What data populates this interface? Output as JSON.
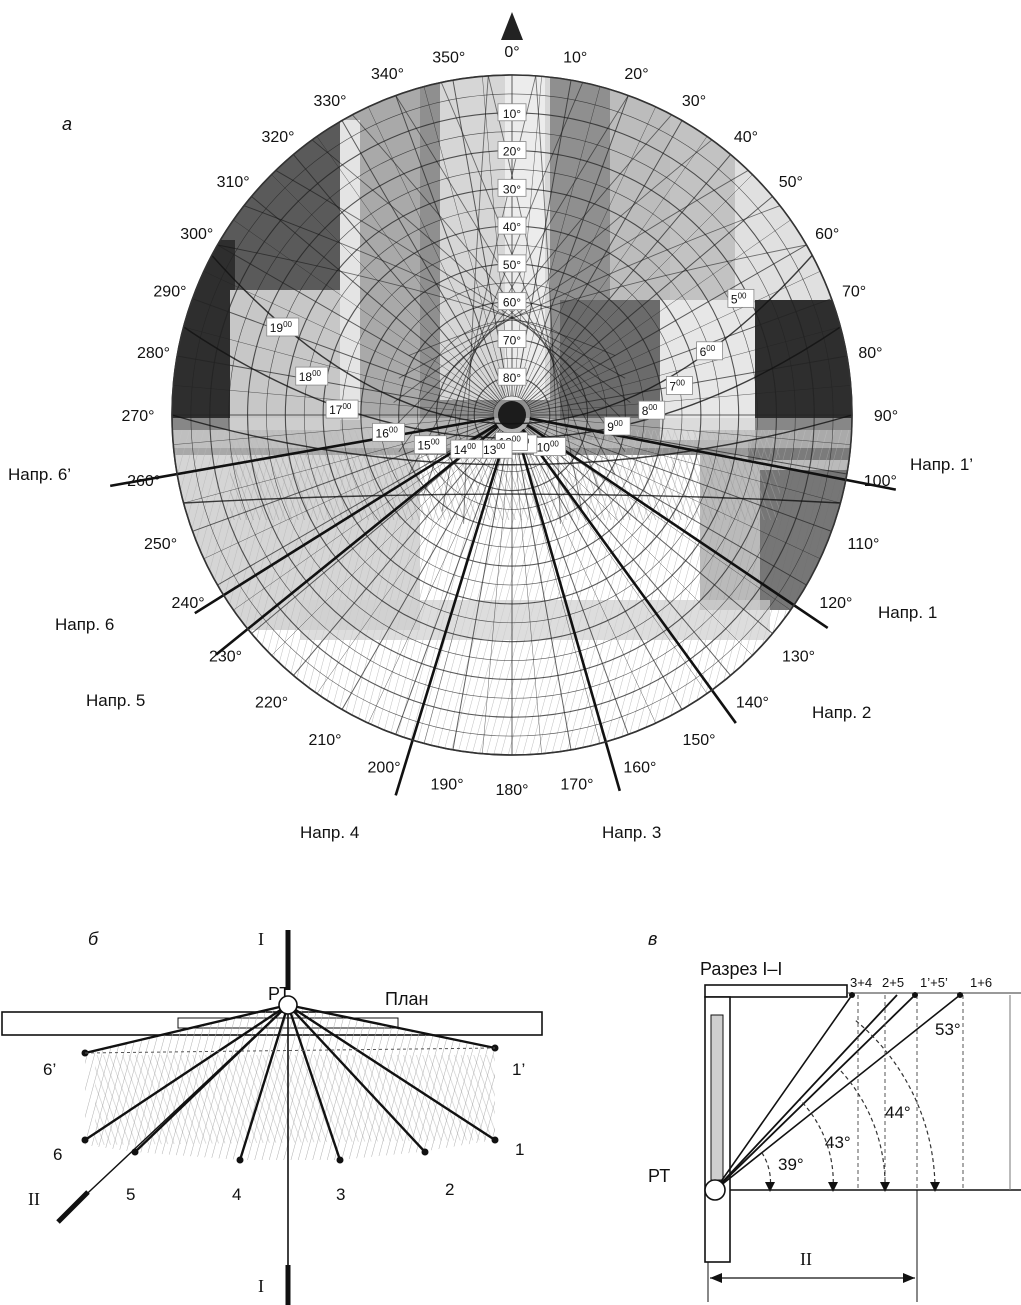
{
  "panel_a": {
    "letter": "а",
    "azimuths": [
      {
        "deg": 0,
        "text": "0°"
      },
      {
        "deg": 10,
        "text": "10°"
      },
      {
        "deg": 20,
        "text": "20°"
      },
      {
        "deg": 30,
        "text": "30°"
      },
      {
        "deg": 40,
        "text": "40°"
      },
      {
        "deg": 50,
        "text": "50°"
      },
      {
        "deg": 60,
        "text": "60°"
      },
      {
        "deg": 70,
        "text": "70°"
      },
      {
        "deg": 80,
        "text": "80°"
      },
      {
        "deg": 90,
        "text": "90°"
      },
      {
        "deg": 100,
        "text": "100°"
      },
      {
        "deg": 110,
        "text": "110°"
      },
      {
        "deg": 120,
        "text": "120°"
      },
      {
        "deg": 130,
        "text": "130°"
      },
      {
        "deg": 140,
        "text": "140°"
      },
      {
        "deg": 150,
        "text": "150°"
      },
      {
        "deg": 160,
        "text": "160°"
      },
      {
        "deg": 170,
        "text": "170°"
      },
      {
        "deg": 180,
        "text": "180°"
      },
      {
        "deg": 190,
        "text": "190°"
      },
      {
        "deg": 200,
        "text": "200°"
      },
      {
        "deg": 210,
        "text": "210°"
      },
      {
        "deg": 220,
        "text": "220°"
      },
      {
        "deg": 230,
        "text": "230°"
      },
      {
        "deg": 240,
        "text": "240°"
      },
      {
        "deg": 250,
        "text": "250°"
      },
      {
        "deg": 260,
        "text": "260°"
      },
      {
        "deg": 270,
        "text": "270°"
      },
      {
        "deg": 280,
        "text": "280°"
      },
      {
        "deg": 290,
        "text": "290°"
      },
      {
        "deg": 300,
        "text": "300°"
      },
      {
        "deg": 310,
        "text": "310°"
      },
      {
        "deg": 320,
        "text": "320°"
      },
      {
        "deg": 330,
        "text": "330°"
      },
      {
        "deg": 340,
        "text": "340°"
      },
      {
        "deg": 350,
        "text": "350°"
      }
    ],
    "altitudes": [
      {
        "alt": 10,
        "text": "10°"
      },
      {
        "alt": 20,
        "text": "20°"
      },
      {
        "alt": 30,
        "text": "30°"
      },
      {
        "alt": 40,
        "text": "40°"
      },
      {
        "alt": 50,
        "text": "50°"
      },
      {
        "alt": 60,
        "text": "60°"
      },
      {
        "alt": 70,
        "text": "70°"
      },
      {
        "alt": 80,
        "text": "80°"
      }
    ],
    "hours": [
      {
        "h": "5",
        "az": 63,
        "alt": 22
      },
      {
        "h": "6",
        "az": 72,
        "alt": 35
      },
      {
        "h": "7",
        "az": 80,
        "alt": 45
      },
      {
        "h": "8",
        "az": 88,
        "alt": 53
      },
      {
        "h": "9",
        "az": 96,
        "alt": 62
      },
      {
        "h": "10",
        "az": 130,
        "alt": 77
      },
      {
        "h": "11",
        "az": 163,
        "alt": 82
      },
      {
        "h": "12",
        "az": 181,
        "alt": 83
      },
      {
        "h": "13",
        "az": 205,
        "alt": 80
      },
      {
        "h": "14",
        "az": 233,
        "alt": 75
      },
      {
        "h": "15",
        "az": 250,
        "alt": 67
      },
      {
        "h": "16",
        "az": 262,
        "alt": 57
      },
      {
        "h": "17",
        "az": 272,
        "alt": 45
      },
      {
        "h": "18",
        "az": 281,
        "alt": 36
      },
      {
        "h": "19",
        "az": 291,
        "alt": 25
      }
    ],
    "hour_suffix": "00",
    "directions": [
      {
        "label": "Напр. 1’",
        "az": 101
      },
      {
        "label": "Напр. 1",
        "az": 124
      },
      {
        "label": "Напр. 2",
        "az": 144
      },
      {
        "label": "Напр. 3",
        "az": 164
      },
      {
        "label": "Напр. 4",
        "az": 197
      },
      {
        "label": "Напр. 5",
        "az": 231
      },
      {
        "label": "Напр. 6",
        "az": 238
      },
      {
        "label": "Напр. 6’",
        "az": 260
      }
    ]
  },
  "panel_b": {
    "letter": "б",
    "title": "План",
    "point": "РТ",
    "section_mark": "I",
    "section_mark2": "II",
    "ray_labels": [
      "1’",
      "1",
      "2",
      "3",
      "4",
      "5",
      "6",
      "6’"
    ]
  },
  "panel_v": {
    "letter": "в",
    "title": "Разрез I–I",
    "point": "РТ",
    "dimension": "II",
    "top_labels": [
      "3+4",
      "2+5",
      "1’+5’",
      "1+6"
    ],
    "angles": [
      "39°",
      "43°",
      "44°",
      "53°"
    ]
  },
  "colors": {
    "dark": "#2b2b2b",
    "mid": "#6f6f6f",
    "light": "#b5b5b5",
    "line": "#111111"
  }
}
